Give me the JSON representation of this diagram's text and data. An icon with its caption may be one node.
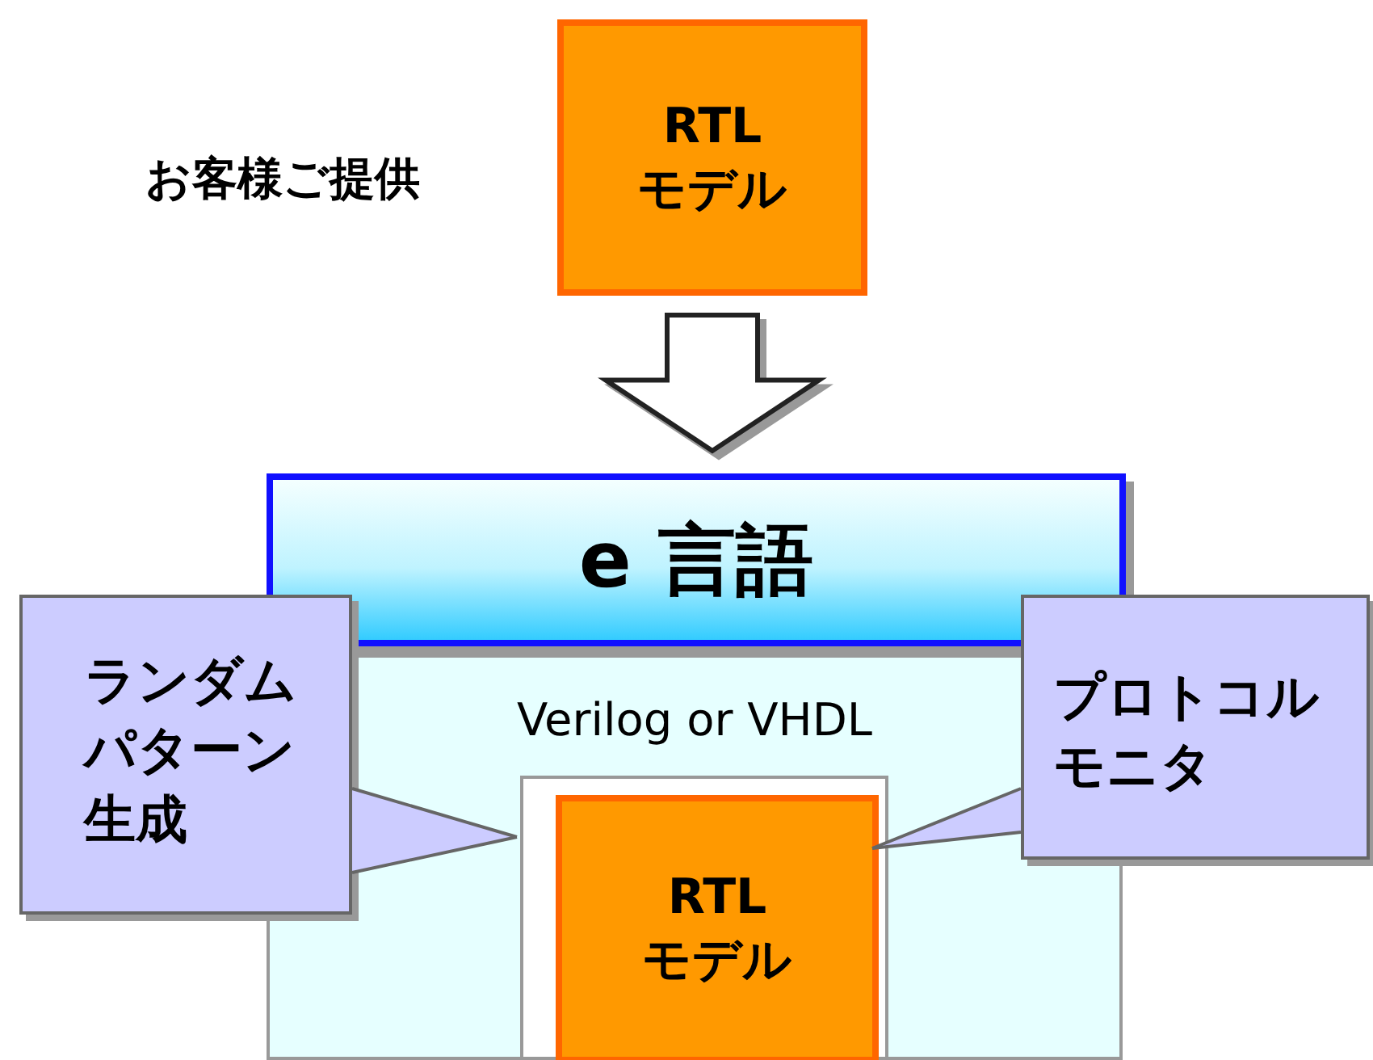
{
  "diagram": {
    "nodes": [
      {
        "text": [
          "RTL モデル"
        ],
        "beside": [
          "お客様ご提供"
        ]
      },
      {
        "text": [
          "e 言語"
        ]
      },
      {
        "text": [
          "Verilog or VHDL"
        ]
      },
      {
        "text": [],
        "shape": "box",
        "in": 2
      },
      {
        "text": [
          "RTL モデル"
        ],
        "in": 3
      },
      {
        "text": [
          "ランダムパターン生成"
        ]
      },
      {
        "text": [
          "プロトコルモニタ"
        ]
      }
    ],
    "edges": [
      {
        "from": 0,
        "to": 1,
        "arrow": "to"
      },
      {
        "from": 5,
        "to": 3,
        "arrow": "none"
      },
      {
        "from": 6,
        "to": 4,
        "arrow": "none"
      }
    ]
  }
}
